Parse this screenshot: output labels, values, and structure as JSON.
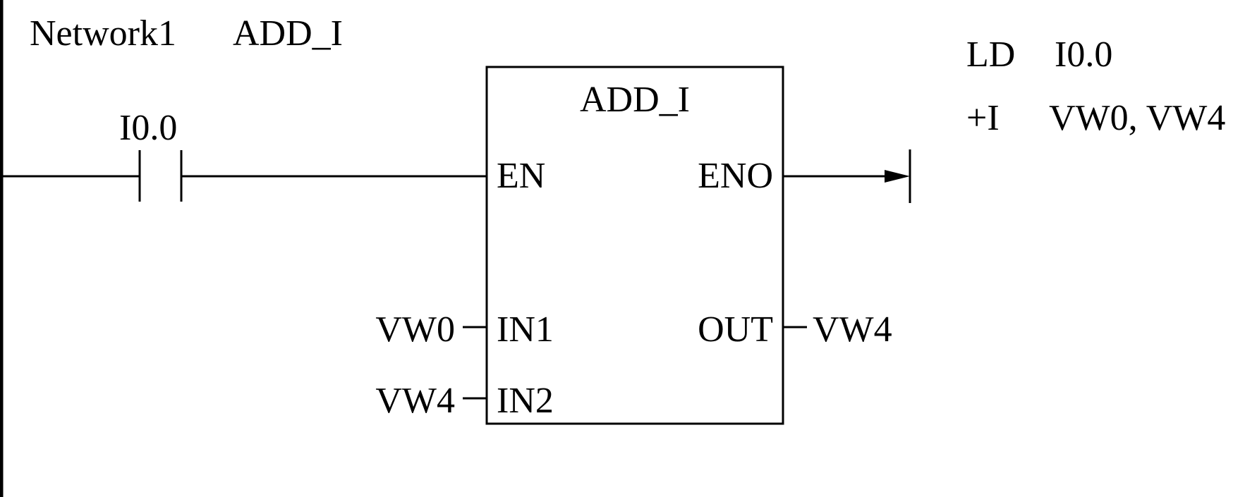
{
  "network": {
    "label": "Network1",
    "title": "ADD_I"
  },
  "contact": {
    "address": "I0.0"
  },
  "box": {
    "title": "ADD_I",
    "pin_en": "EN",
    "pin_eno": "ENO",
    "pin_in1": "IN1",
    "pin_in2": "IN2",
    "pin_out": "OUT"
  },
  "operands": {
    "in1": "VW0",
    "in2": "VW4",
    "out": "VW4"
  },
  "stl": {
    "line1_op": "LD",
    "line1_arg": "I0.0",
    "line2_op": "+I",
    "line2_arg": "VW0, VW4"
  }
}
